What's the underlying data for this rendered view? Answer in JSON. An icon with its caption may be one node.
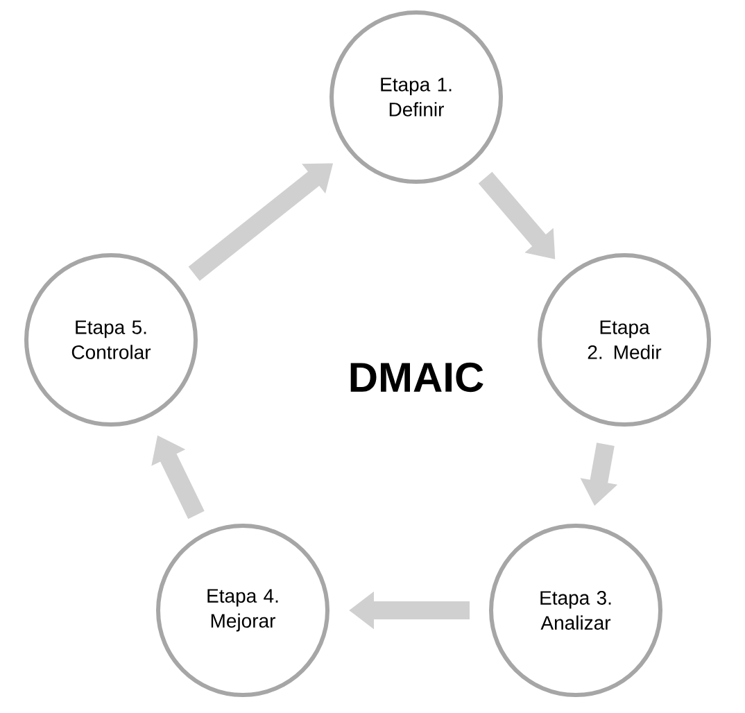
{
  "diagram": {
    "nodes": [
      {
        "text": [
          "Etapa 1. Definir"
        ]
      },
      {
        "text": [
          "Etapa 2. Medir"
        ]
      },
      {
        "text": [
          "Etapa 3. Analizar"
        ]
      },
      {
        "text": [
          "Etapa 4. Mejorar"
        ]
      },
      {
        "text": [
          "Etapa 5. Controlar"
        ]
      }
    ],
    "edges": [
      {
        "from": 0,
        "to": 1,
        "arrow": "to"
      },
      {
        "from": 1,
        "to": 2,
        "arrow": "to"
      },
      {
        "from": 2,
        "to": 3,
        "arrow": "to"
      },
      {
        "from": 3,
        "to": 4,
        "arrow": "to"
      },
      {
        "from": 4,
        "to": 0,
        "arrow": "to"
      }
    ],
    "labels": [
      "DMAIC"
    ]
  }
}
